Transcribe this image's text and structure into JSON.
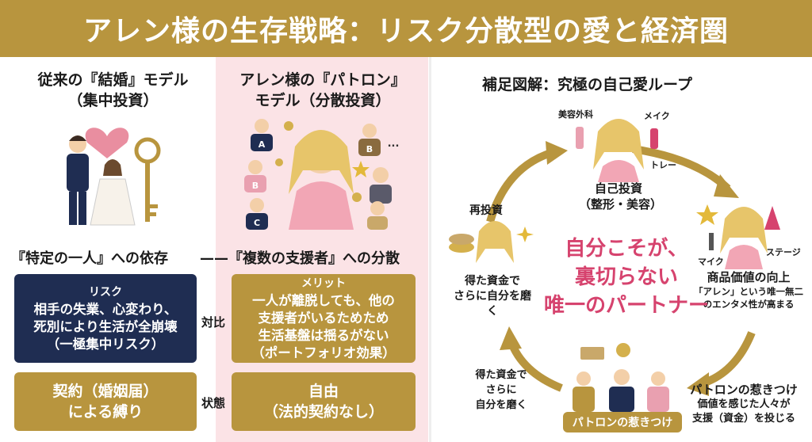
{
  "title": "アレン様の生存戦略：リスク分散型の愛と経済圏",
  "left_col": {
    "title_line1": "従来の『結婚』モデル",
    "title_line2": "（集中投資）",
    "dependency": "『特定の一人』への依存",
    "risk_head": "リスク",
    "risk_line1": "相手の失業、心変わり、",
    "risk_line2": "死別により生活が全崩壊",
    "risk_line3": "（一極集中リスク）",
    "contract_line1": "契約（婚姻届）",
    "contract_line2": "による縛り"
  },
  "mid_col": {
    "title_line1": "アレン様の『パトロン』",
    "title_line2": "モデル（分散投資）",
    "dash": "——",
    "dependency": "『複数の支援者』への分散",
    "merit_head": "メリット",
    "merit_line1": "一人が離脱しても、他の",
    "merit_line2": "支援者がいるためため",
    "merit_line3": "生活基盤は揺るがない",
    "merit_line4": "（ポートフォリオ効果）",
    "freedom_line1": "自由",
    "freedom_line2": "（法的契約なし）",
    "patron_letters": [
      "A",
      "B",
      "C",
      "B",
      "..."
    ]
  },
  "compare_label": "対比",
  "state_label": "状態",
  "loop": {
    "title": "補足図解：究極の自己愛ループ",
    "center_line1": "自分こそが、",
    "center_line2": "裏切らない",
    "center_line3": "唯一のパートナー",
    "top_label1": "自己投資",
    "top_label2": "（整形・美容）",
    "tag_surgery": "美容外科",
    "tag_makeup": "メイク",
    "tag_training": "トレー",
    "right_title": "商品価値の向上",
    "right_line1": "「アレン」という唯一無二",
    "right_line2": "のエンタメ性が高まる",
    "tag_mic": "マイク",
    "tag_stage": "ステージ",
    "bottom_badge": "パトロンの惹きつけ",
    "bottom_right_title": "パトロンの惹きつけ",
    "bottom_right_line1": "価値を感じた人々が",
    "bottom_right_line2": "支援（資金）を投じる",
    "bottom_left_line1": "得た資金で",
    "bottom_left_line2": "さらに",
    "bottom_left_line3": "自分を磨く",
    "left_title": "再投資",
    "left_line1": "得た資金で",
    "left_line2": "さらに自分を磨く"
  },
  "colors": {
    "gold": "#b8953e",
    "navy": "#1f2d52",
    "pink_panel": "#fbe3e6",
    "accent_pink": "#d6436e"
  }
}
